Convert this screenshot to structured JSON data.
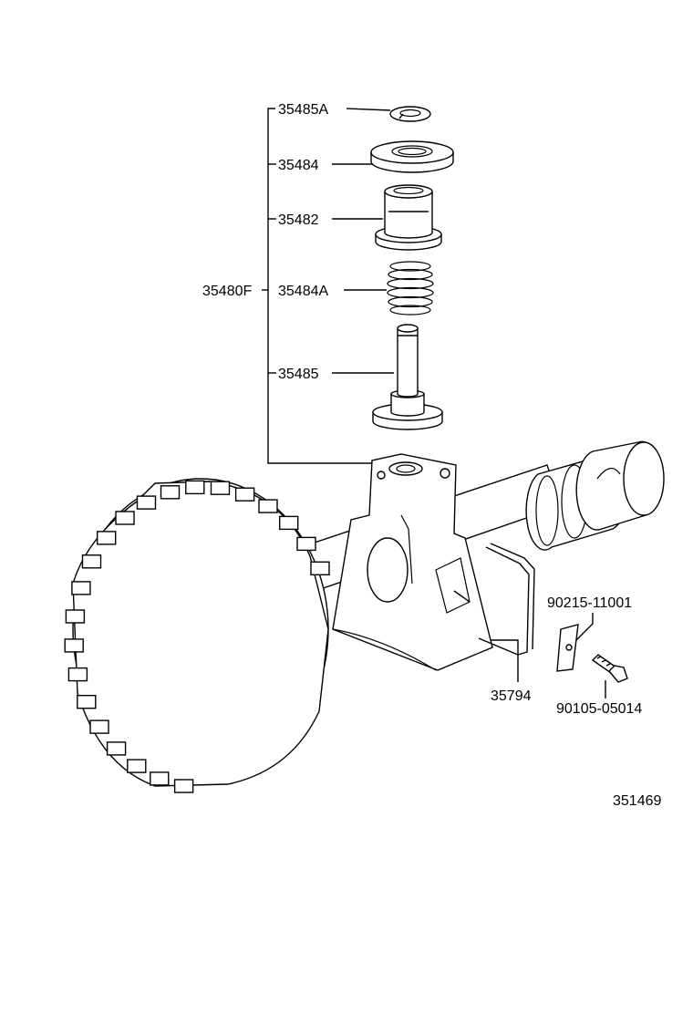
{
  "part_labels": {
    "assembly": "35480F",
    "snap_ring": "35485A",
    "seal_ring": "35484",
    "collar": "35482",
    "spring": "35484A",
    "shaft": "35485",
    "bracket": "35794",
    "clip": "90215-11001",
    "bolt": "90105-05014"
  },
  "diagram_id": "351469"
}
